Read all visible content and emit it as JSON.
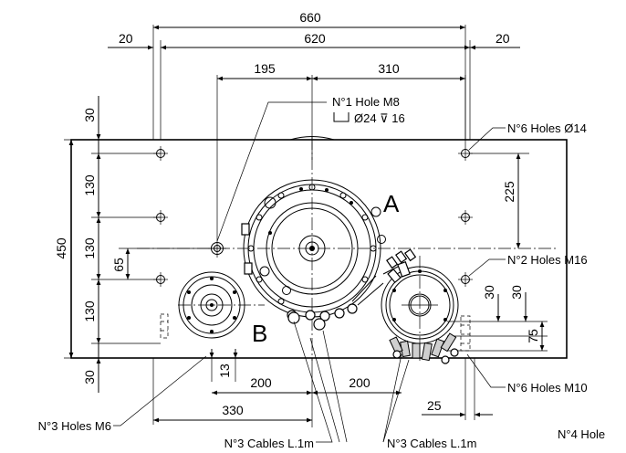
{
  "dimensions": {
    "overall_width": "660",
    "inner_width": "620",
    "margin_left": "20",
    "margin_right": "20",
    "left_hole_offset": "195",
    "right_hole_offset": "310",
    "height_total": "450",
    "v_top": "30",
    "v_mid1": "130",
    "v_mid2": "130",
    "v_mid3": "130",
    "v_bottom": "30",
    "v_65": "65",
    "right_225": "225",
    "right_30a": "30",
    "right_30b": "30",
    "right_75": "75",
    "bottom_13": "13",
    "bottom_200a": "200",
    "bottom_200b": "200",
    "bottom_330": "330",
    "bottom_25": "25"
  },
  "callouts": {
    "hole_m8_line1": "N°1 Hole M8",
    "hole_m8_line2": "Ø24 ⊽ 16",
    "holes_d14": "N°6 Holes Ø14",
    "holes_m16": "N°2 Holes M16",
    "holes_m10": "N°6 Holes M10",
    "holes_m6": "N°3 Holes M6",
    "cables_1": "N°3 Cables L.1m",
    "cables_2": "N°3 Cables L.1m",
    "hole_4": "N°4 Hole"
  },
  "labels": {
    "a": "A",
    "b": "B"
  }
}
